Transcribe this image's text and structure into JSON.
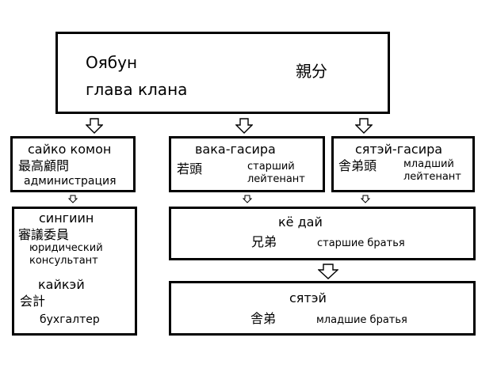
{
  "colors": {
    "border": "#000000",
    "background": "#ffffff",
    "text": "#000000"
  },
  "boss": {
    "romaji": "Оябун",
    "role": "глава клана",
    "kanji": "親分"
  },
  "saiko": {
    "romaji": "сайко комон",
    "kanji": "最高顧問",
    "role": "администрация"
  },
  "waka": {
    "romaji": "вака-гасира",
    "kanji": "若頭",
    "role_line1": "старший",
    "role_line2": "лейтенант"
  },
  "shatei_gashira": {
    "romaji": "сятэй-гасира",
    "kanji": "舎弟頭",
    "role_line1": "младший",
    "role_line2": "лейтенант"
  },
  "shingiin": {
    "romaji": "сингиин",
    "kanji": "審議委員",
    "role_line1": "юридический",
    "role_line2": "консультант"
  },
  "kaikei": {
    "romaji": "кайкэй",
    "kanji": "会計",
    "role": "бухгалтер"
  },
  "kyodai": {
    "romaji": "кё дай",
    "kanji": "兄弟",
    "role": "старшие братья"
  },
  "shatei": {
    "romaji": "сятэй",
    "kanji": "舎弟",
    "role": "младшие братья"
  },
  "icons": [
    "hollow-down-arrow-icon"
  ]
}
